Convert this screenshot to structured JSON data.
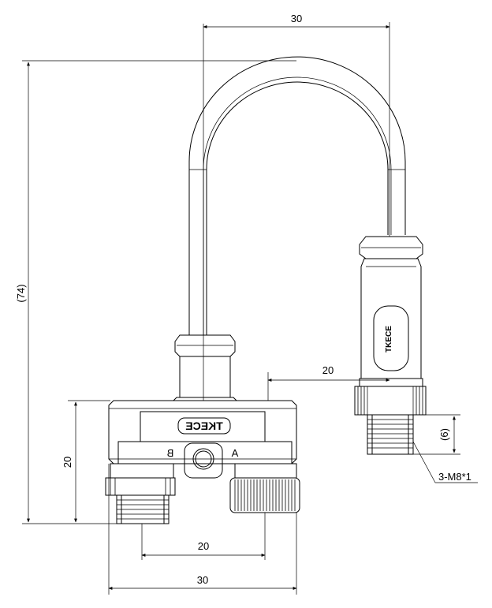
{
  "dimensions": {
    "top_width": "30",
    "height_total": "(74)",
    "side_offset": "20",
    "body_height": "20",
    "bottom_spacing": "20",
    "bottom_width": "30",
    "thread_length": "(6)",
    "thread_spec": "3-M8*1"
  },
  "labels": {
    "brand_side": "TKECE",
    "brand_front": "TKECE",
    "port_b": "B",
    "port_a": "A"
  }
}
